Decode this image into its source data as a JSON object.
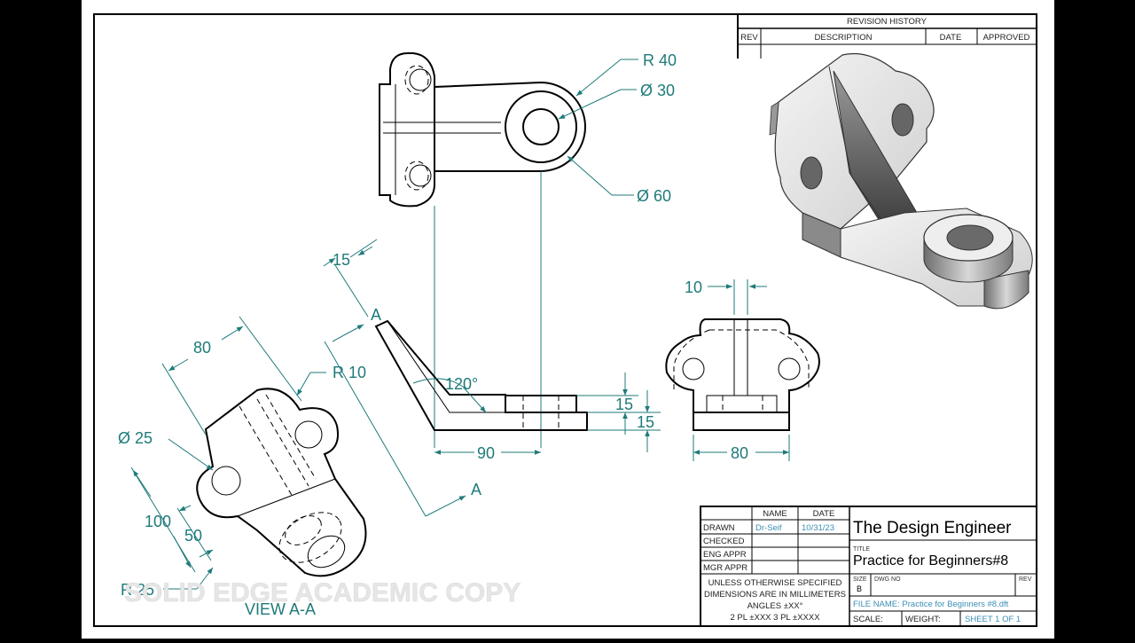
{
  "revision": {
    "title": "REVISION HISTORY",
    "columns": [
      "REV",
      "DESCRIPTION",
      "DATE",
      "APPROVED"
    ]
  },
  "dimensions": {
    "r40": "R 40",
    "d30": "Ø 30",
    "d60": "Ø 60",
    "d15": "15",
    "section_a": "A",
    "angle": "120°",
    "r10": "R 10",
    "d80_aux": "80",
    "d25": "Ø 25",
    "d100": "100",
    "d50": "50",
    "r25": "R 25",
    "d90": "90",
    "d15_h1": "15",
    "d15_h2": "15",
    "d10": "10",
    "d80_side": "80"
  },
  "view_label": "VIEW A-A",
  "watermark": "SOLID EDGE ACADEMIC COPY",
  "titleblock": {
    "col_name": "NAME",
    "col_date": "DATE",
    "rows": [
      {
        "label": "DRAWN",
        "name": "Dr-Seif",
        "date": "10/31/23"
      },
      {
        "label": "CHECKED",
        "name": "",
        "date": ""
      },
      {
        "label": "ENG APPR",
        "name": "",
        "date": ""
      },
      {
        "label": "MGR APPR",
        "name": "",
        "date": ""
      }
    ],
    "notes": [
      "UNLESS OTHERWISE SPECIFIED",
      "DIMENSIONS ARE IN MILLIMETERS",
      "ANGLES ±XX°",
      "2 PL ±XXX 3 PL ±XXXX"
    ],
    "company": "The Design Engineer",
    "title_label": "TITLE",
    "title": "Practice for Beginners#8",
    "size_label": "SIZE",
    "size": "B",
    "dwg_label": "DWG NO",
    "rev_label": "REV",
    "file_name": "FILE NAME: Practice for Beginners #8.dft",
    "scale": "SCALE:",
    "weight": "WEIGHT:",
    "sheet": "SHEET 1 OF 1"
  }
}
